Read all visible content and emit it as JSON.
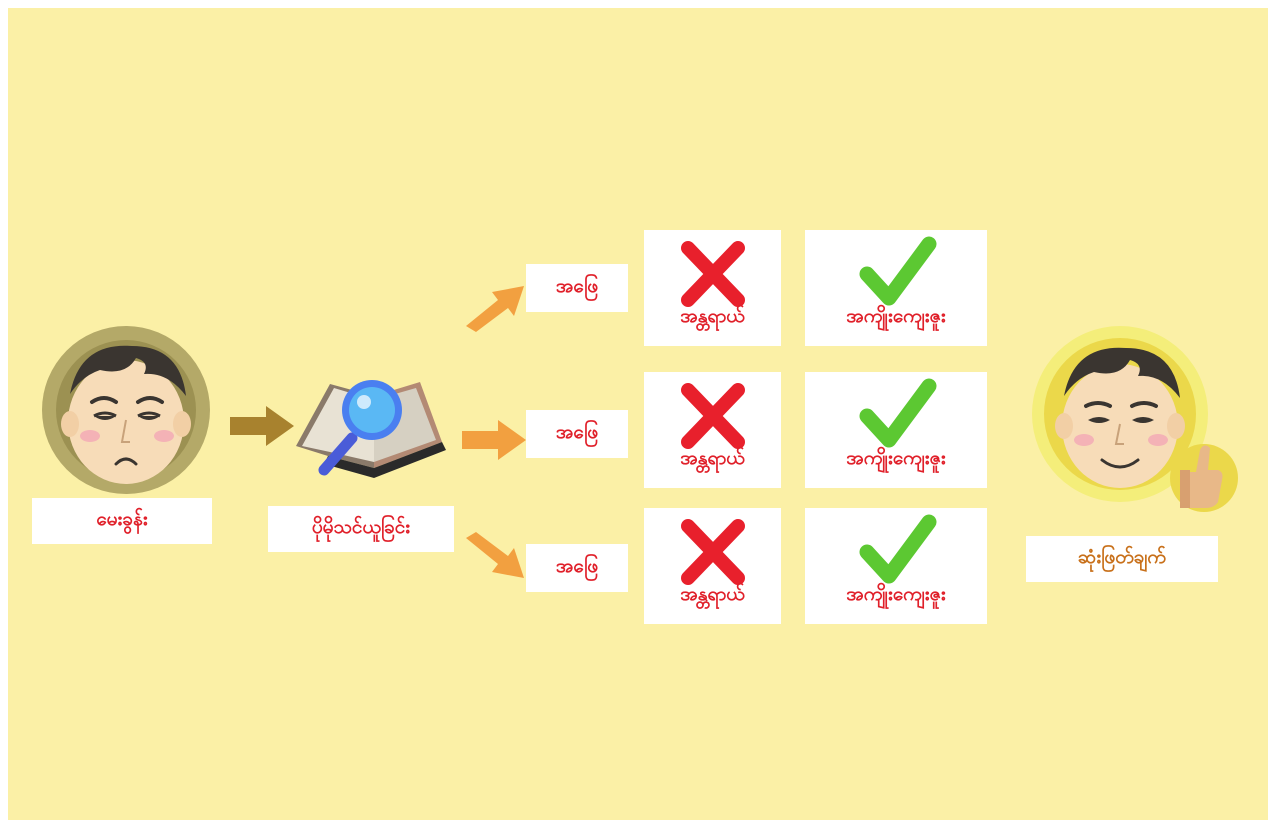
{
  "colors": {
    "background": "#fbf0a6",
    "label_red": "#e0202a",
    "label_orange": "#c8701a",
    "arrow_brown": "#a8822e",
    "arrow_orange": "#f2a040",
    "cross_red": "#e8202c",
    "check_green": "#5cc832"
  },
  "start": {
    "label": "မေးခွန်း",
    "icon": "worried-face-icon"
  },
  "research": {
    "label": "ပိုမိုသင်ယူခြင်း",
    "icon": "book-magnifier-icon"
  },
  "options": [
    {
      "answer": "အဖြေ",
      "risk": "အန္တရာယ်",
      "benefit": "အကျိုးကျေးဇူး"
    },
    {
      "answer": "အဖြေ",
      "risk": "အန္တရာယ်",
      "benefit": "အကျိုးကျေးဇူး"
    },
    {
      "answer": "အဖြေ",
      "risk": "အန္တရာယ်",
      "benefit": "အကျိုးကျေးဇူး"
    }
  ],
  "end": {
    "label": "ဆုံးဖြတ်ချက်",
    "icon": "happy-face-thumbs-up-icon"
  }
}
